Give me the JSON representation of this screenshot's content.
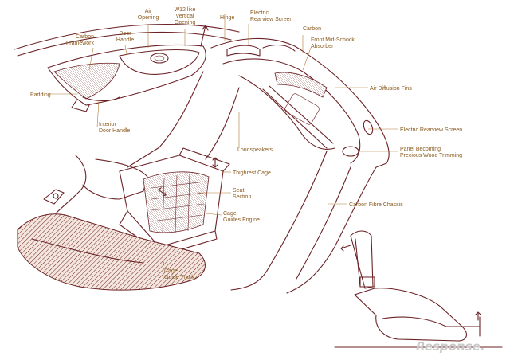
{
  "labels": {
    "air_opening": [
      "Air",
      "Opening"
    ],
    "w12_vertical_opening": [
      "W12 like",
      "Vertical",
      "Opening"
    ],
    "door_handle": [
      "Door",
      "Handle"
    ],
    "carbon_framework": [
      "Carbon",
      "Framework"
    ],
    "hinge": "Hinge",
    "electric_rearview_screen_top": [
      "Electric",
      "Rearview Screen"
    ],
    "carbon": "Carbon",
    "front_mid_shock_absorber": [
      "Front Mid-Schock",
      "Absorber"
    ],
    "padding": "Padding",
    "interior_door_handle": [
      "Interior",
      "Door Handle"
    ],
    "air_diffusion_fins": "Air Diffusion Fins",
    "electric_rearview_screen_right": "Electric Rearview Screen",
    "loudspeakers": "Loudspeakers",
    "panel_becoming_precious_wood_trimming": [
      "Panel Becoming",
      "Precious Wood Trimming"
    ],
    "thighrest_cage": "Thighrest Cage",
    "seat_section": [
      "Seat",
      "Section"
    ],
    "cage_guides_engine": [
      "Cage",
      "Guides Engine"
    ],
    "carbon_fibre_chassis": "Carbon Fibre Chassis",
    "cage_guide_track": [
      "Cage",
      "Guide Track"
    ]
  },
  "watermark": "Response."
}
